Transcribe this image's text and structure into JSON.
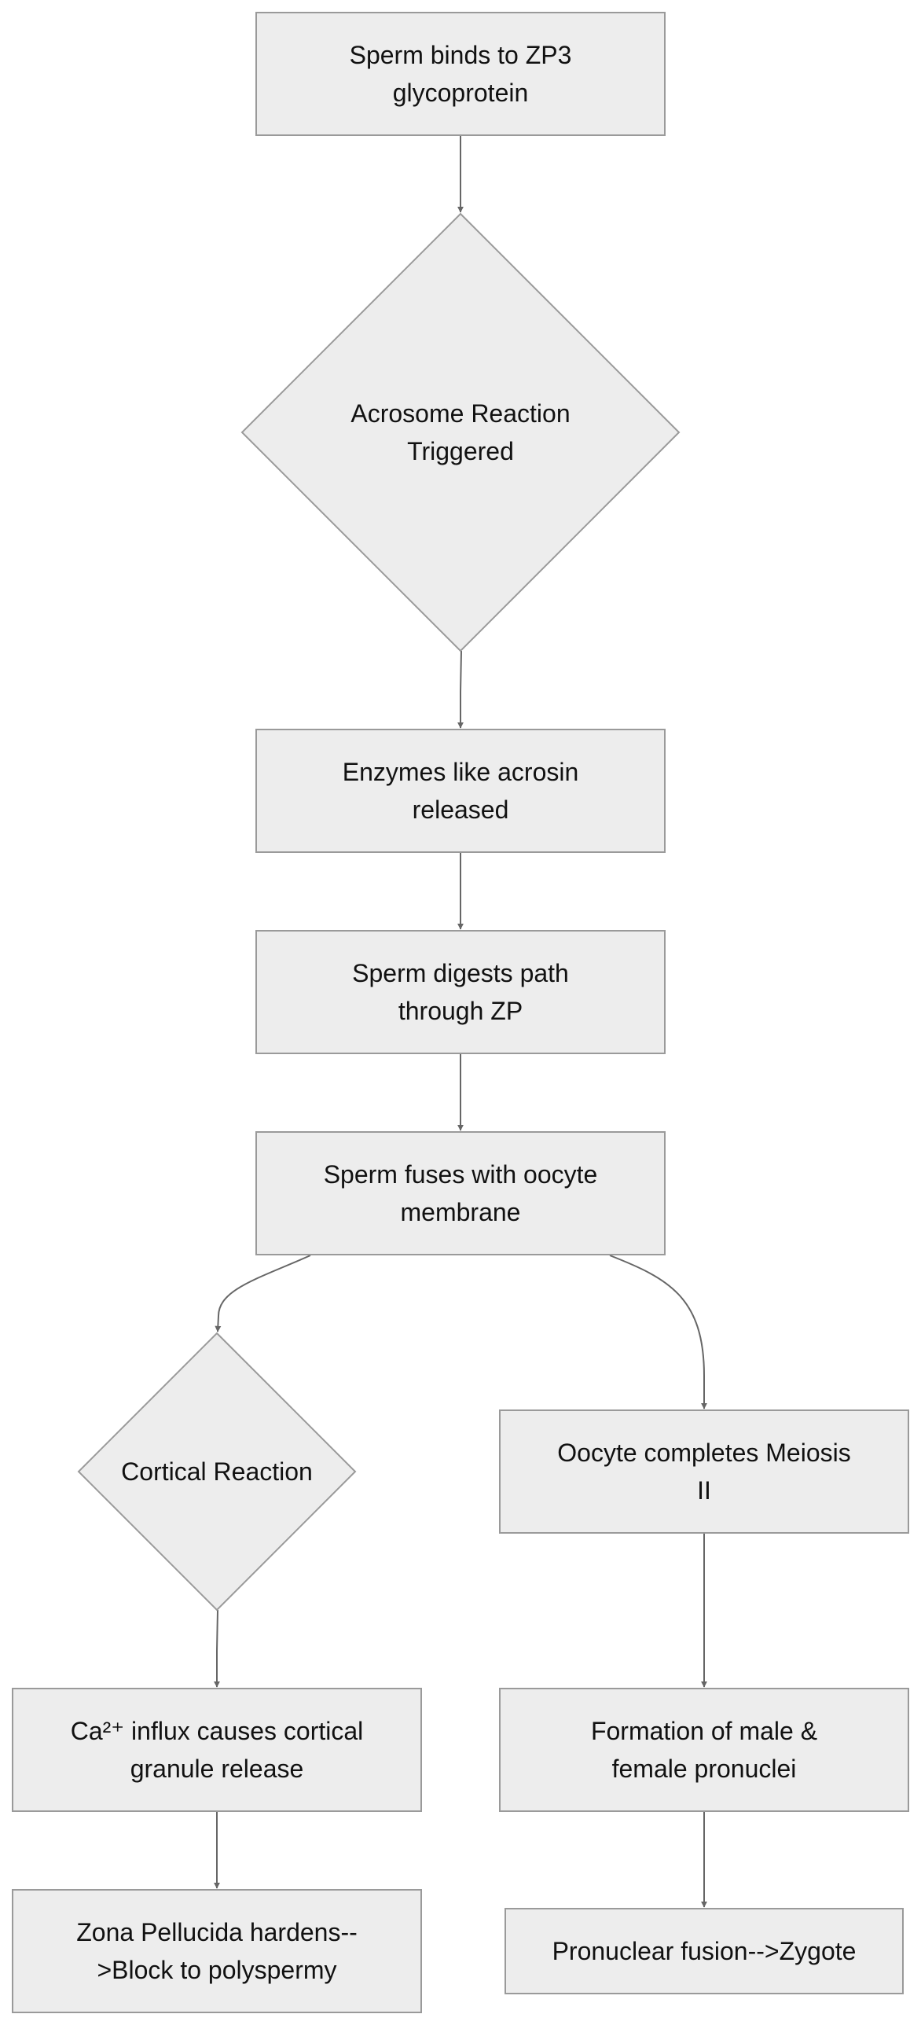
{
  "colors": {
    "node_fill": "#ededed",
    "node_stroke": "#9a9a9a",
    "edge": "#666666",
    "text": "#111111",
    "background": "#ffffff"
  },
  "nodes": [
    {
      "id": "n1",
      "shape": "rect",
      "lines": [
        "Sperm binds to ZP3",
        "glycoprotein"
      ]
    },
    {
      "id": "n2",
      "shape": "diamond",
      "lines": [
        "Acrosome Reaction",
        "Triggered"
      ]
    },
    {
      "id": "n3",
      "shape": "rect",
      "lines": [
        "Enzymes like acrosin",
        "released"
      ]
    },
    {
      "id": "n4",
      "shape": "rect",
      "lines": [
        "Sperm digests path",
        "through ZP"
      ]
    },
    {
      "id": "n5",
      "shape": "rect",
      "lines": [
        "Sperm fuses with oocyte",
        "membrane"
      ]
    },
    {
      "id": "n6",
      "shape": "diamond",
      "lines": [
        "Cortical Reaction"
      ]
    },
    {
      "id": "n7",
      "shape": "rect",
      "lines": [
        "Oocyte completes Meiosis",
        "II"
      ]
    },
    {
      "id": "n8",
      "shape": "rect",
      "lines": [
        "Ca²⁺ influx causes cortical",
        "granule release"
      ]
    },
    {
      "id": "n9",
      "shape": "rect",
      "lines": [
        "Formation of male &",
        "female pronuclei"
      ]
    },
    {
      "id": "n10",
      "shape": "rect",
      "lines": [
        "Zona Pellucida hardens--",
        ">Block to polyspermy"
      ]
    },
    {
      "id": "n11",
      "shape": "rect",
      "lines": [
        "Pronuclear fusion-->Zygote"
      ]
    }
  ],
  "edges": [
    {
      "from": "n1",
      "to": "n2"
    },
    {
      "from": "n2",
      "to": "n3"
    },
    {
      "from": "n3",
      "to": "n4"
    },
    {
      "from": "n4",
      "to": "n5"
    },
    {
      "from": "n5",
      "to": "n6"
    },
    {
      "from": "n5",
      "to": "n7"
    },
    {
      "from": "n6",
      "to": "n8"
    },
    {
      "from": "n7",
      "to": "n9"
    },
    {
      "from": "n8",
      "to": "n10"
    },
    {
      "from": "n9",
      "to": "n11"
    }
  ]
}
